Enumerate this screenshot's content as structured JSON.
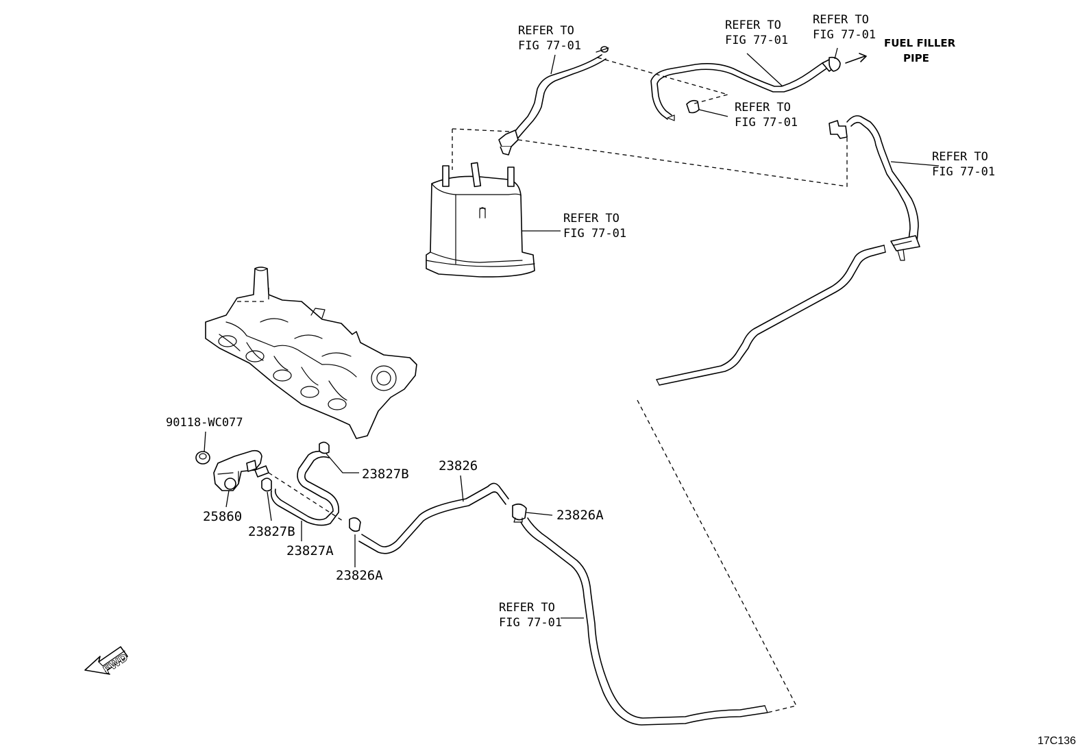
{
  "labels": {
    "refer_line1": "REFER TO",
    "refer_line2": "FIG 77-01",
    "fuel_filler_line1": "FUEL FILLER",
    "fuel_filler_line2": "PIPE",
    "part_90118": "90118-WC077",
    "part_25860": "25860",
    "part_23827B": "23827B",
    "part_23827A": "23827A",
    "part_23826": "23826",
    "part_23826A": "23826A",
    "fwd": "FWD",
    "figure_id": "17C136"
  },
  "icons": {
    "fwd_arrow": "fwd-arrow-icon"
  }
}
